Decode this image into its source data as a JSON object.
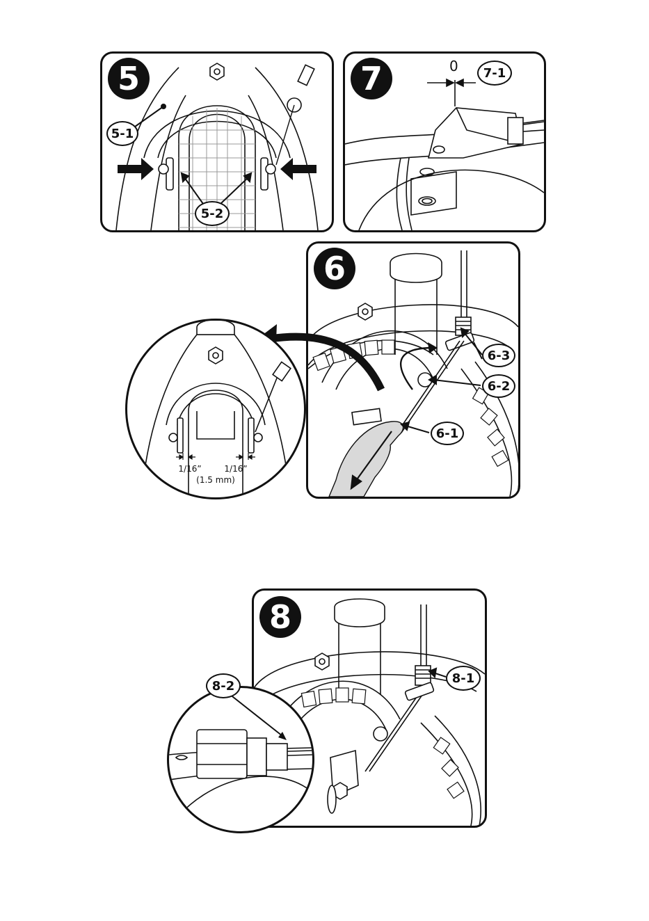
{
  "steps": {
    "s5": {
      "number": "5",
      "callouts": [
        "5-1",
        "5-2"
      ]
    },
    "s7": {
      "number": "7",
      "callouts": [
        "7-1"
      ],
      "gap_value": "0"
    },
    "s6": {
      "number": "6",
      "callouts": [
        "6-3",
        "6-2",
        "6-1"
      ],
      "inset": {
        "left_measure": "1/16”",
        "right_measure": "1/16”",
        "metric": "(1.5 mm)"
      }
    },
    "s8": {
      "number": "8",
      "callouts": [
        "8-1",
        "8-2"
      ]
    }
  },
  "colors": {
    "line": "#111111",
    "background": "#ffffff",
    "hand": "#d9d9d9"
  }
}
